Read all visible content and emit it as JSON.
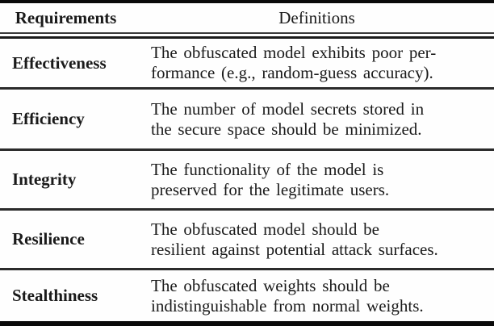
{
  "table": {
    "title": "requirements-definitions-table",
    "headers": {
      "requirements": "Requirements",
      "definitions": "Definitions"
    },
    "rows": [
      {
        "requirement": "Effectiveness",
        "definition": "The obfuscated model exhibits poor per-\nformance (e.g., random-guess accuracy)."
      },
      {
        "requirement": "Efficiency",
        "definition": "The number of model secrets stored in\nthe secure space should be minimized."
      },
      {
        "requirement": "Integrity",
        "definition": "The functionality of the model is\npreserved for the legitimate users."
      },
      {
        "requirement": "Resilience",
        "definition": "The obfuscated model should be\nresilient against potential attack surfaces."
      },
      {
        "requirement": "Stealthiness",
        "definition": "The obfuscated weights should be\nindistinguishable from normal weights."
      }
    ],
    "colors": {
      "text": "#1a1a1a",
      "rule_thick": "#0a0a0a",
      "rule_thin": "#2b2b2b",
      "background": "#fefefe"
    }
  }
}
